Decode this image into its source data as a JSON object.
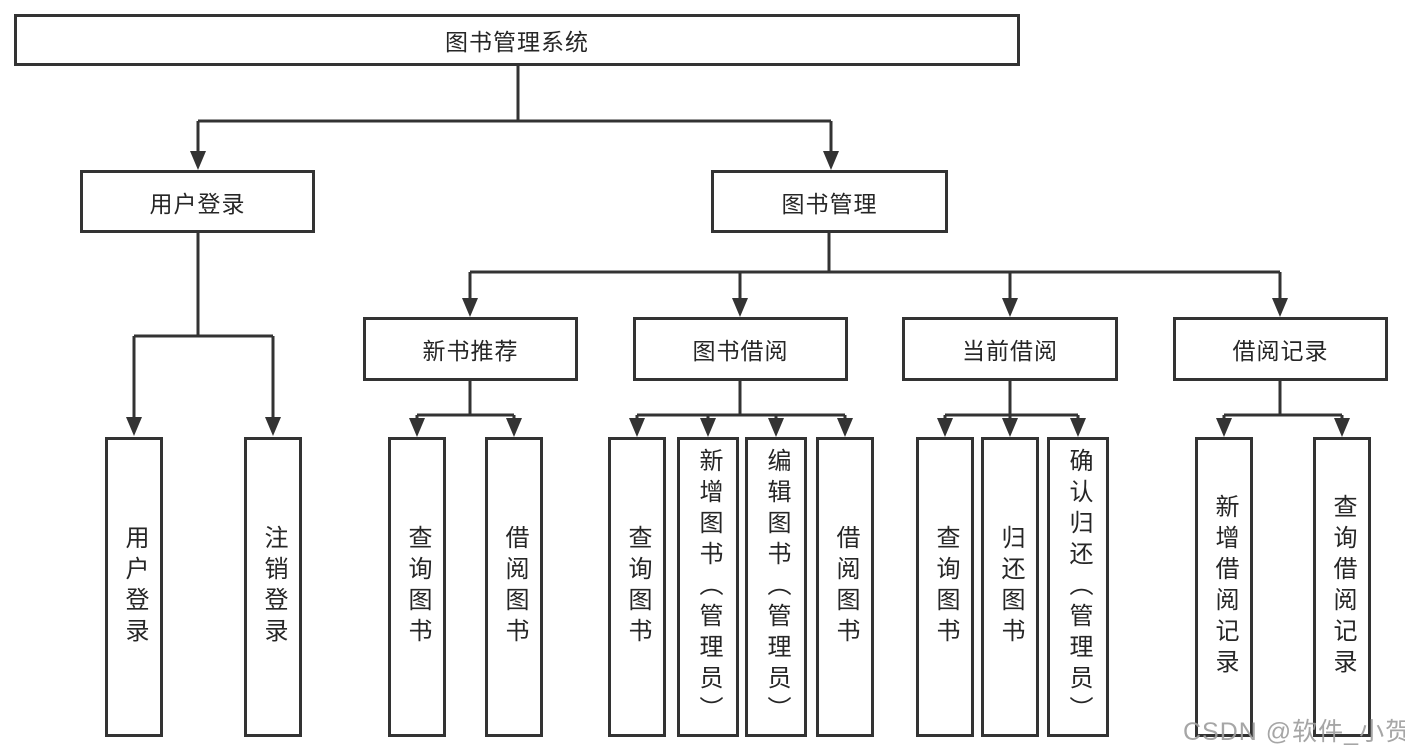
{
  "diagram": {
    "root": {
      "label": "图书管理系统",
      "children": [
        {
          "label": "用户登录",
          "children": [
            {
              "label": "用户登录"
            },
            {
              "label": "注销登录"
            }
          ]
        },
        {
          "label": "图书管理",
          "children": [
            {
              "label": "新书推荐",
              "children": [
                {
                  "label": "查询图书"
                },
                {
                  "label": "借阅图书"
                }
              ]
            },
            {
              "label": "图书借阅",
              "children": [
                {
                  "label": "查询图书"
                },
                {
                  "label": "新增图书（管理员）"
                },
                {
                  "label": "编辑图书（管理员）"
                },
                {
                  "label": "借阅图书"
                }
              ]
            },
            {
              "label": "当前借阅",
              "children": [
                {
                  "label": "查询图书"
                },
                {
                  "label": "归还图书"
                },
                {
                  "label": "确认归还（管理员）"
                }
              ]
            },
            {
              "label": "借阅记录",
              "children": [
                {
                  "label": "新增借阅记录"
                },
                {
                  "label": "查询借阅记录"
                }
              ]
            }
          ]
        }
      ]
    },
    "colors": {
      "line": "#333333",
      "text": "#262626",
      "box_background": "#ffffff",
      "watermark": "#9e9e9e"
    }
  },
  "watermark": {
    "text": "CSDN @软件_小贺同学"
  }
}
